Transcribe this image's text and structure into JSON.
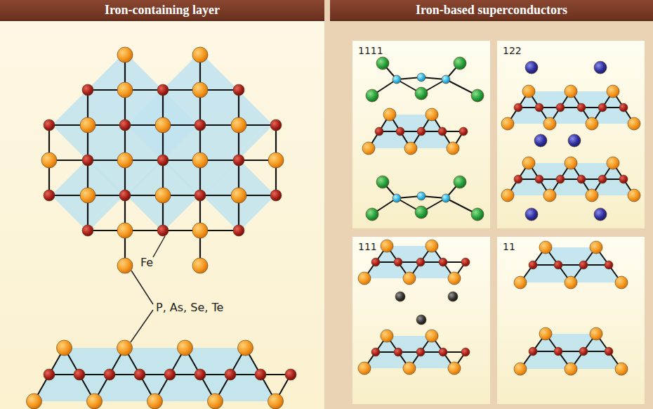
{
  "diagram": {
    "nodes": [
      {
        "text": [
          "Iron-containing layer"
        ]
      },
      {
        "text": [
          "Iron-based superconductors"
        ]
      },
      {
        "text": [
          "1111"
        ]
      },
      {
        "text": [
          "122"
        ]
      },
      {
        "text": [
          "111"
        ]
      },
      {
        "text": [
          "11"
        ]
      }
    ],
    "labels": [
      "Fe",
      "P, As, Se, Te"
    ]
  }
}
